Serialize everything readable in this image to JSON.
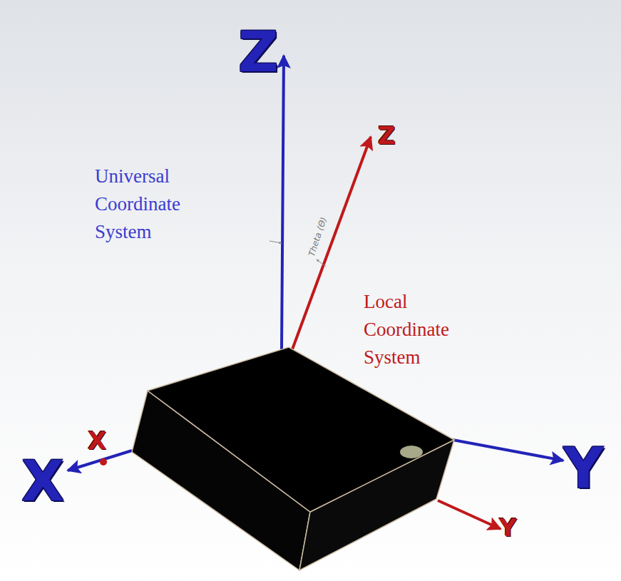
{
  "diagram": {
    "labels": [
      "Z",
      "Z",
      "Universal Coordinate System",
      "Theta (Θ)",
      "Local Coordinate System",
      "X",
      "X",
      "Y",
      "Y"
    ]
  }
}
